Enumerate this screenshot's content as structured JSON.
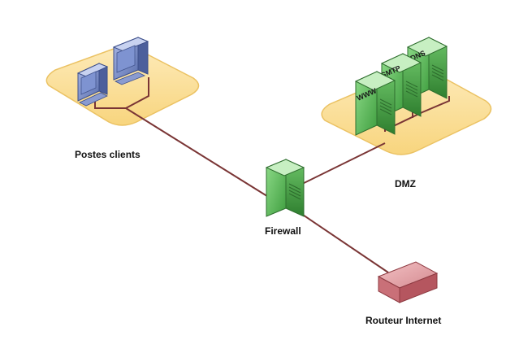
{
  "nodes": {
    "clients": {
      "label": "Postes clients"
    },
    "dmz": {
      "label": "DMZ",
      "servers": [
        {
          "label": "WWW"
        },
        {
          "label": "SMTP"
        },
        {
          "label": "DNS"
        }
      ]
    },
    "firewall": {
      "label": "Firewall"
    },
    "router": {
      "label": "Routeur Internet"
    }
  },
  "colors": {
    "zone_fill": "#fbe09a",
    "zone_stroke": "#e8b84a",
    "link": "#7a3232",
    "server_green": "#4cae4c",
    "monitor_blue": "#6f86c4",
    "router_red": "#d88a90"
  }
}
